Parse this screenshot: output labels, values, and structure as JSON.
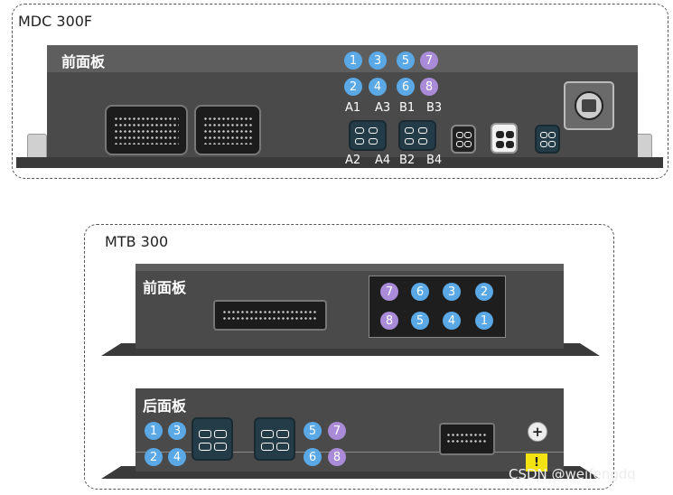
{
  "groups": {
    "mdc": {
      "title": "MDC 300F",
      "panel_label": "前面板",
      "circles_top": [
        "1",
        "3",
        "5",
        "7"
      ],
      "circles_bottom": [
        "2",
        "4",
        "6",
        "8"
      ],
      "port_labels_top": [
        "A1",
        "A3",
        "B1",
        "B3"
      ],
      "port_labels_bottom": [
        "A2",
        "A4",
        "B2",
        "B4"
      ]
    },
    "mtb": {
      "title": "MTB 300",
      "front_label": "前面板",
      "front_circles_top": [
        "7",
        "6",
        "3",
        "2"
      ],
      "front_circles_bottom": [
        "8",
        "5",
        "4",
        "1"
      ],
      "rear_label": "后面板",
      "rear_circles_left_top": [
        "1",
        "3"
      ],
      "rear_circles_left_bottom": [
        "2",
        "4"
      ],
      "rear_circles_right_top": [
        "5",
        "7"
      ],
      "rear_circles_right_bottom": [
        "6",
        "8"
      ],
      "ground_symbol": "+",
      "power_symbol": "!"
    }
  },
  "watermark": "CSDN @weifengdq",
  "colors": {
    "blue": "#5aa9e6",
    "purple": "#a98bd8",
    "panel": "#4a4a4a",
    "yellow": "#f4e313"
  }
}
